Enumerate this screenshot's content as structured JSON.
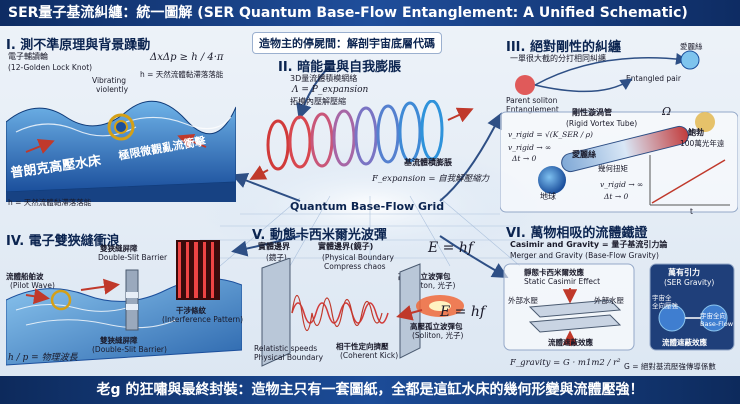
{
  "header": {
    "title": "SER量子基流糾纏：統一圖解 (SER Quantum Base-Flow Entanglement: A Unified Schematic)",
    "center_callout": "造物主的停屍間：解剖宇宙底層代碼",
    "center_label": "Quantum Base-Flow Grid"
  },
  "panel1": {
    "title": "I. 測不準原理與背景躁動",
    "knot_label": "電子輔讀輪",
    "knot_sub": "(12-Golden Lock Knot)",
    "vibrating": "Vibrating",
    "violently": "violently",
    "formula": "ΔxΔp ≥ h / 4·π",
    "h_note": "h = 天然流體黏滯落落能",
    "left_band": "普朗克高壓水床",
    "right_band": "極限微觀亂流衝擊",
    "bottom_note": "h = 天然流體黏滯落落能"
  },
  "panel2": {
    "title": "II. 暗能量與自我膨脹",
    "line1": "3D量流體積模網絡",
    "formula": "Λ = P_expansion",
    "line3": "拓模內壓解壓縮",
    "label_expand": "基流體積膨脹",
    "formula2": "F_expansion = 自我解壓縮力"
  },
  "panel3": {
    "title": "III. 絕對剛性的糾纏",
    "subtitle": "一單很大截的分打相同糾纏",
    "love_top": "愛麗絲",
    "entangled": "Entangled pair",
    "parent1": "Parent soliton",
    "parent2": "Entanglement",
    "tube_cn": "剛性漩渦管",
    "tube_en": "(Rigid Vortex Tube)",
    "omega": "Ω",
    "formula_a": "v_rigid = √(K_SER / ρ)",
    "formula_b": "v_rigid → ∞",
    "formula_c": "Δt → 0",
    "love_left": "愛麗絲",
    "earth": "地球",
    "twist": "幾何扭矩",
    "bao": "鮑勃",
    "bao2": "100萬光年遠",
    "formula_d": "v_rigid → ∞",
    "formula_e": "Δt → 0",
    "axis_t": "t"
  },
  "panel4": {
    "title": "IV. 電子雙狹縫衝浪",
    "barrier1_cn": "雙狹縫屏障",
    "barrier1_en": "Double-Slit Barrier",
    "pilot_cn": "流體船舶波",
    "pilot_en": "(Pilot Wave)",
    "interference_cn": "干涉條紋",
    "interference_en": "(Interference Pattern)",
    "barrier2_cn": "雙狹縫屏障",
    "barrier2_en": "(Double-Slit Barrier)",
    "formula": "h / p = 物理波長"
  },
  "panel5": {
    "title": "V. 動態卡西米爾光波彈",
    "b1_cn": "實體邊界",
    "b1_sub": "(鏡子)",
    "b2_cn": "實體邊界(鏡子)",
    "b2_en": "(Physical Boundary",
    "b2_en2": "Compress chaos",
    "formula": "E = hf",
    "soliton1_cn": "高壓孤立波彈包",
    "soliton1_en": "(Soliton, 光子)",
    "formula2": "E = hf",
    "soliton2_cn": "高壓孤立波彈包",
    "soliton2_en": "(Soliton, 光子)",
    "rel1": "Relatistic speeds",
    "rel2": "Physical Boundary",
    "coherent_cn": "相干性定向擠壓",
    "coherent_en": "(Coherent Kick)"
  },
  "panel6": {
    "title": "VI. 萬物相吸的流體鐵證",
    "line1": "Casimir and Gravity = 量子基流引力論",
    "line2": "Merger and Gravity (Base-Flow Gravity)",
    "casimir_cn": "靜態卡西米爾效應",
    "casimir_en": "Static Casimir Effect",
    "outer_left": "外部水壓",
    "outer_right": "外部水壓",
    "shield1": "流體遮蔽效應",
    "shield2": "流體遮蔽效應",
    "gravity_cn": "萬有引力",
    "gravity_en": "(SER Gravity)",
    "universe_l": "宇宙全",
    "universe_l2": "全向壓強",
    "universe_r": "宇宙全向",
    "universe_r2": "Base-Flow",
    "formula": "F_gravity = G · m1m2 / r²",
    "g_note": "G = 絕對基流壓強傳導係數"
  },
  "footer": {
    "text": "老g 的狂嘯與最終封裝：造物主只有一套圖紙，全都是這缸水床的幾何形變與流體壓強！"
  }
}
